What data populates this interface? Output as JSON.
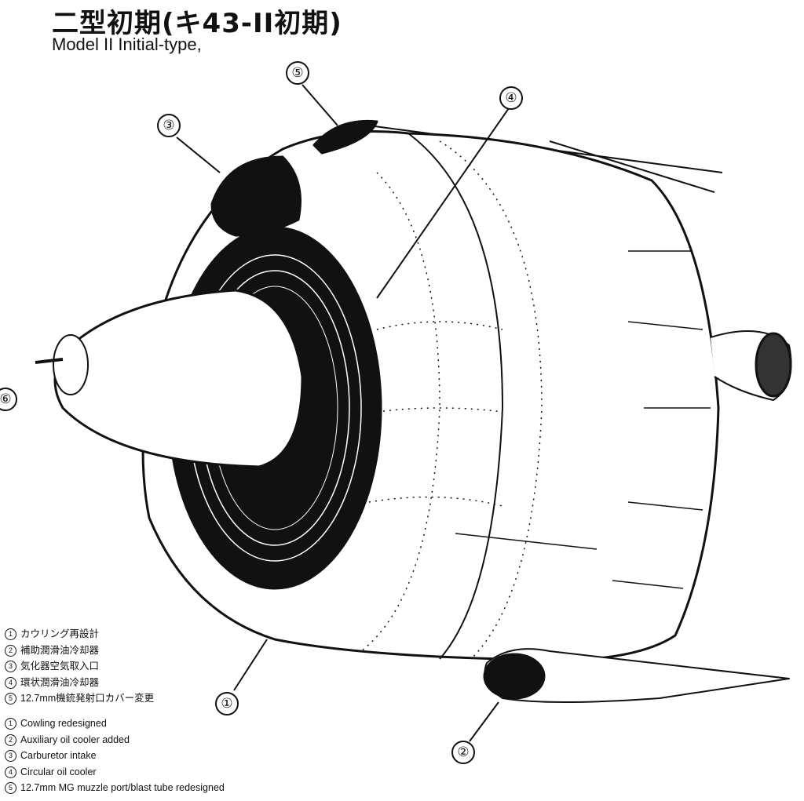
{
  "title": {
    "japanese": "二型初期(キ43-II初期)",
    "english": "Model II Initial-type,"
  },
  "callouts": [
    "①",
    "②",
    "③",
    "④",
    "⑤",
    "⑥"
  ],
  "legend_japanese": [
    {
      "num": "1",
      "text": "カウリング再設計"
    },
    {
      "num": "2",
      "text": "補助潤滑油冷却器"
    },
    {
      "num": "3",
      "text": "気化器空気取入口"
    },
    {
      "num": "4",
      "text": "環状潤滑油冷却器"
    },
    {
      "num": "5",
      "text": "12.7mm機銃発射口カバー変更"
    }
  ],
  "legend_english": [
    {
      "num": "1",
      "text": "Cowling redesigned"
    },
    {
      "num": "2",
      "text": "Auxiliary oil cooler added"
    },
    {
      "num": "3",
      "text": "Carburetor intake"
    },
    {
      "num": "4",
      "text": "Circular oil cooler"
    },
    {
      "num": "5",
      "text": "12.7mm MG muzzle port/blast tube redesigned"
    }
  ]
}
